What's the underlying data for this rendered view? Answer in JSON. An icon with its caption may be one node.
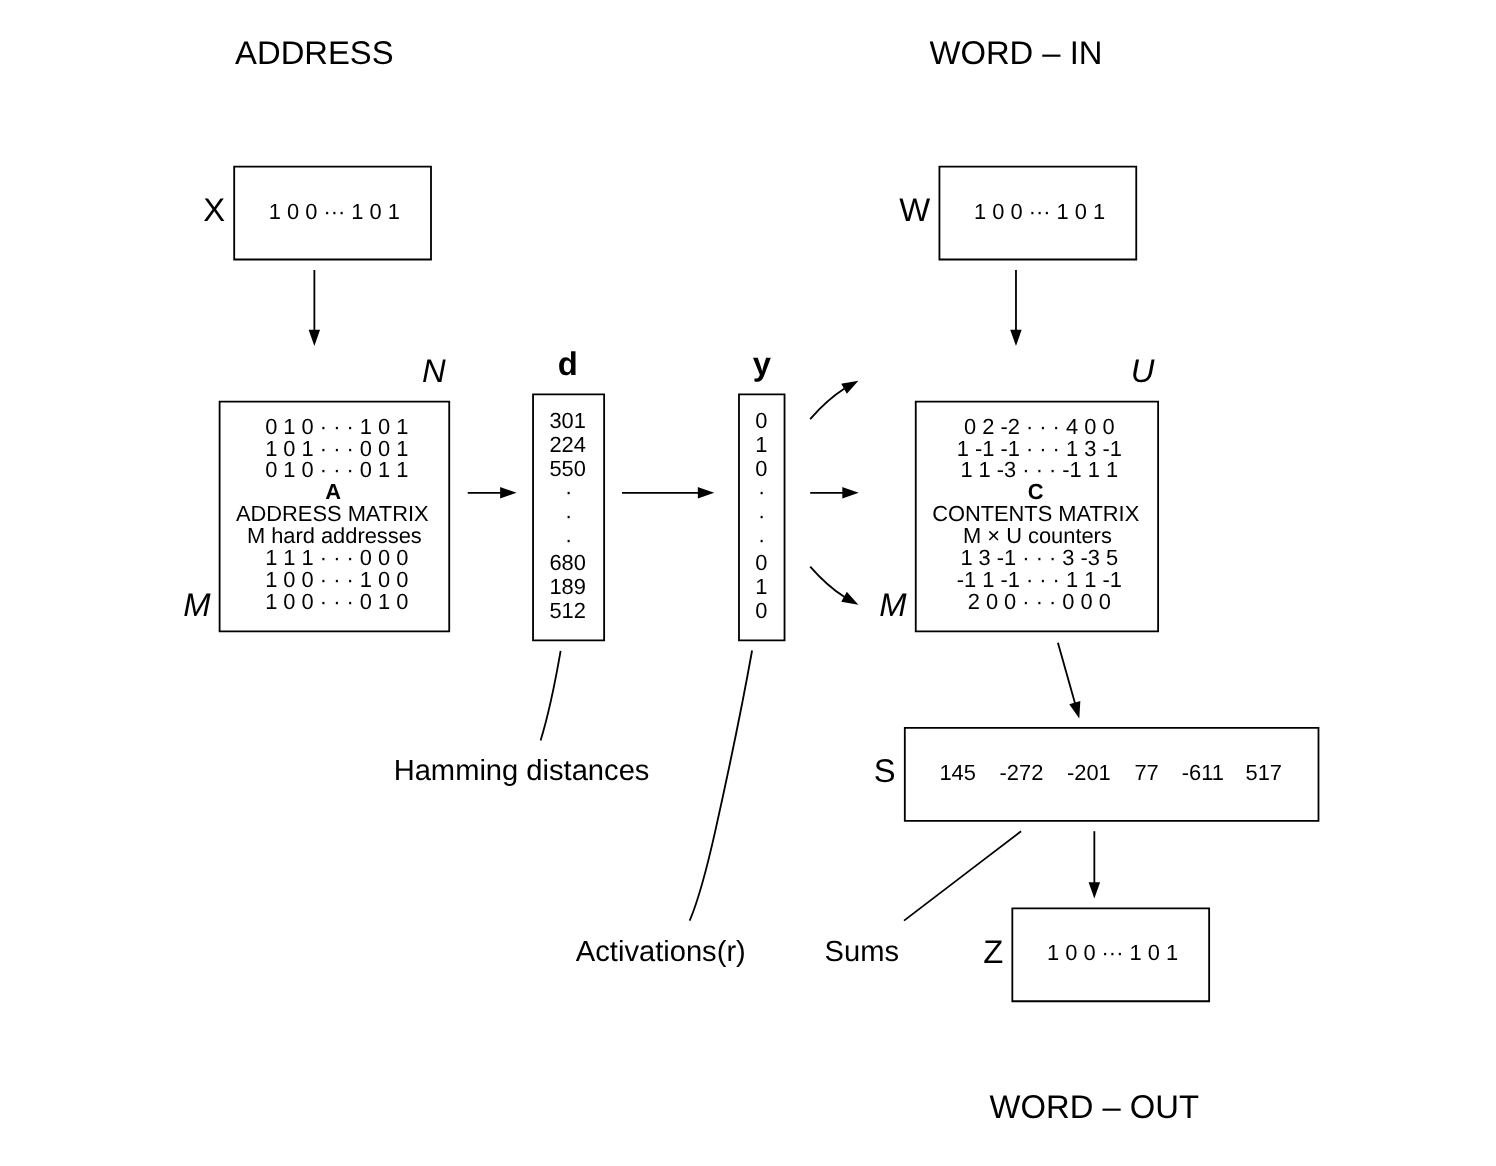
{
  "diagram": {
    "nodes": [
      {
        "text": [
          "1 0 0 ··· 1 0 1"
        ],
        "beside": [
          "X"
        ]
      },
      {
        "text": [
          "0 1 0 · · · 1 0 1",
          "1 0 1 · · · 0 0 1",
          "0 1 0 · · · 0 1 1",
          "A",
          "ADDRESS MATRIX",
          "M hard addresses",
          "1 1 1 · · · 0 0 0",
          "1 0 0 · · · 1 0 0",
          "1 0 0 · · · 0 1 0"
        ],
        "beside": [
          "N",
          "M"
        ]
      },
      {
        "text": [
          "301",
          "224",
          "550",
          "·",
          "·",
          "·",
          "680",
          "189",
          "512"
        ],
        "beside": [
          "d"
        ]
      },
      {
        "text": [
          "0",
          "1",
          "0",
          "·",
          "·",
          "·",
          "0",
          "1",
          "0"
        ],
        "beside": [
          "y"
        ]
      },
      {
        "text": [
          "1 0 0 ··· 1 0 1"
        ],
        "beside": [
          "W"
        ]
      },
      {
        "text": [
          "0 2 -2 · · · 4 0 0",
          "1 -1 -1 · · · 1 3 -1",
          "1 1 -3 · · · -1 1 1",
          "C",
          "CONTENTS MATRIX",
          "M × U counters",
          "1 3 -1 · · · 3 -3 5",
          "-1 1 -1 · · · 1 1 -1",
          "2 0 0 · · · 0 0 0"
        ],
        "beside": [
          "U",
          "M"
        ]
      },
      {
        "text": [
          "145",
          "-272",
          "-201",
          "77",
          "-611",
          "517"
        ],
        "beside": [
          "S"
        ]
      },
      {
        "text": [
          "1 0 0 ··· 1 0 1"
        ],
        "beside": [
          "Z"
        ]
      },
      {
        "text": [
          "Hamming distances"
        ]
      },
      {
        "text": [
          "Activations(r)"
        ]
      },
      {
        "text": [
          "Sums"
        ]
      }
    ],
    "edges": [
      {
        "from": 0,
        "to": 1,
        "arrow": "to"
      },
      {
        "from": 1,
        "to": 2,
        "arrow": "to"
      },
      {
        "from": 2,
        "to": 3,
        "arrow": "to"
      },
      {
        "from": 3,
        "to": 5,
        "arrow": "to"
      },
      {
        "from": 3,
        "to": 5,
        "arrow": "to"
      },
      {
        "from": 3,
        "to": 5,
        "arrow": "to"
      },
      {
        "from": 4,
        "to": 5,
        "arrow": "to"
      },
      {
        "from": 5,
        "to": 6,
        "arrow": "to"
      },
      {
        "from": 6,
        "to": 7,
        "arrow": "to"
      },
      {
        "from": 8,
        "to": 2,
        "arrow": "none"
      },
      {
        "from": 9,
        "to": 3,
        "arrow": "none"
      },
      {
        "from": 10,
        "to": 6,
        "arrow": "none"
      }
    ],
    "labels": [
      "ADDRESS",
      "WORD – IN",
      "WORD – OUT"
    ]
  }
}
